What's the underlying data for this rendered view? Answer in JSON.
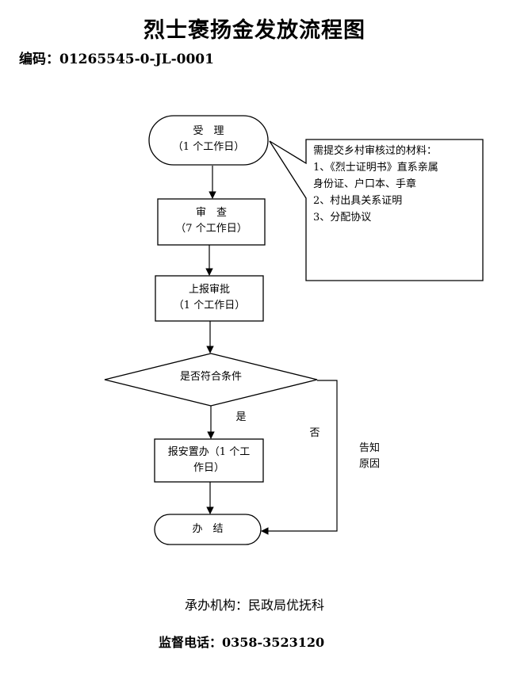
{
  "title": "烈士褒扬金发放流程图",
  "code_line": "编码：01265545-0-JL-0001",
  "steps": {
    "accept": {
      "label": "受　理",
      "time": "（1 个工作日）"
    },
    "review": {
      "label": "审　查",
      "time": "（7 个工作日）"
    },
    "report": {
      "label": "上报审批",
      "time": "（1 个工作日）"
    },
    "decision": {
      "label": "是否符合条件"
    },
    "handle": {
      "label_line1": "报安置办（1 个工",
      "label_line2": "作日）"
    },
    "finish": {
      "label": "办　结"
    }
  },
  "branches": {
    "yes": "是",
    "no": "否",
    "notify_line1": "告知",
    "notify_line2": "原因"
  },
  "materials": {
    "heading": "需提交乡村审核过的材料：",
    "lines": [
      "1、《烈士证明书》直系亲属",
      "身份证、户口本、手章",
      "2、村出具关系证明",
      "3、分配协议"
    ]
  },
  "footer": {
    "organization": "承办机构：民政局优抚科",
    "phone": "监督电话：0358-3523120"
  },
  "colors": {
    "line": "#000000",
    "background": "#ffffff"
  }
}
